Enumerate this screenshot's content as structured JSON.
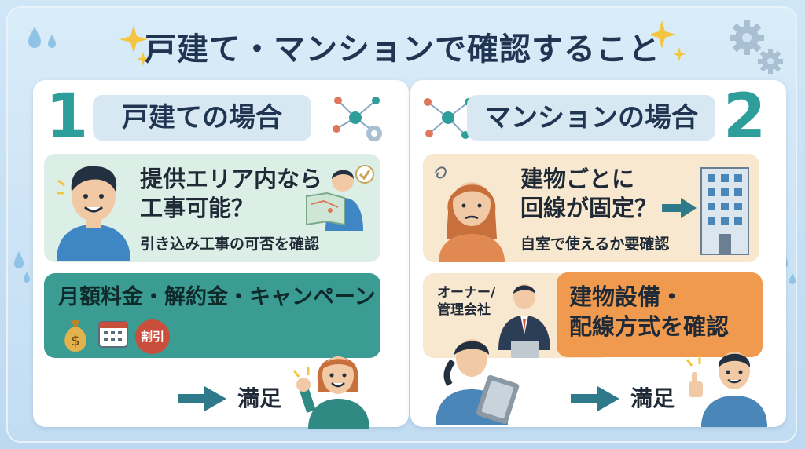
{
  "title": "戸建て・マンションで確認すること",
  "left": {
    "number": "1",
    "heading": "戸建ての場合",
    "panel1": {
      "line1": "提供エリア内なら",
      "line2": "工事可能？",
      "sub": "引き込み工事の可否を確認"
    },
    "panel2": {
      "title": "月額料金・解約金・キャンペーン",
      "badge": "割引"
    },
    "result": "満足"
  },
  "right": {
    "number": "2",
    "heading": "マンションの場合",
    "panel1": {
      "line1": "建物ごとに",
      "line2": "回線が固定？",
      "sub": "自室で使えるか要確認"
    },
    "panel2": {
      "owner_line1": "オーナー/",
      "owner_line2": "管理会社",
      "line1": "建物設備・",
      "line2": "配線方式を確認"
    },
    "result": "満足"
  },
  "colors": {
    "teal": "#2e9e9a",
    "orange": "#ef9a4f",
    "navy": "#1f3552",
    "mint": "#dcefe6",
    "peach": "#f8e8cf"
  }
}
